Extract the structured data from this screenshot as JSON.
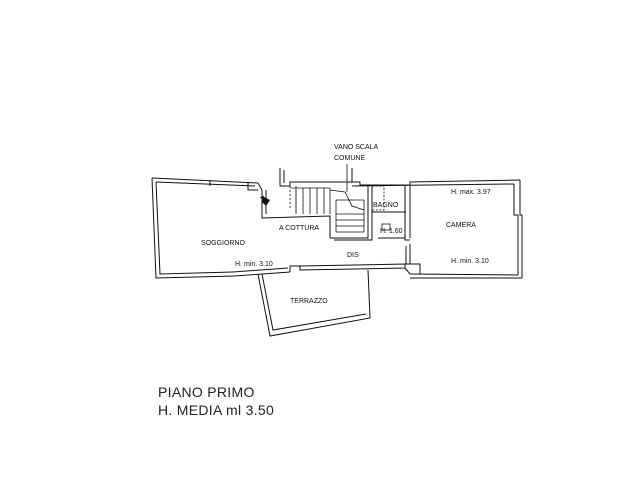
{
  "labels": {
    "vano_scala": "VANO SCALA",
    "comune": "COMUNE",
    "bagno": "BAGNO",
    "h_bagno": "H. 1.60",
    "h_max": "H. max. 3.97",
    "camera": "CAMERA",
    "a_cottura": "A COTTURA",
    "soggiorno": "SOGGIORNO",
    "dis": "DIS",
    "h_min_left": "H. min. 3.10",
    "h_min_right": "H. min. 3.10",
    "terrazzo": "TERRAZZO"
  },
  "caption": {
    "line1": "PIANO PRIMO",
    "line2": "H. MEDIA ml 3.50"
  }
}
